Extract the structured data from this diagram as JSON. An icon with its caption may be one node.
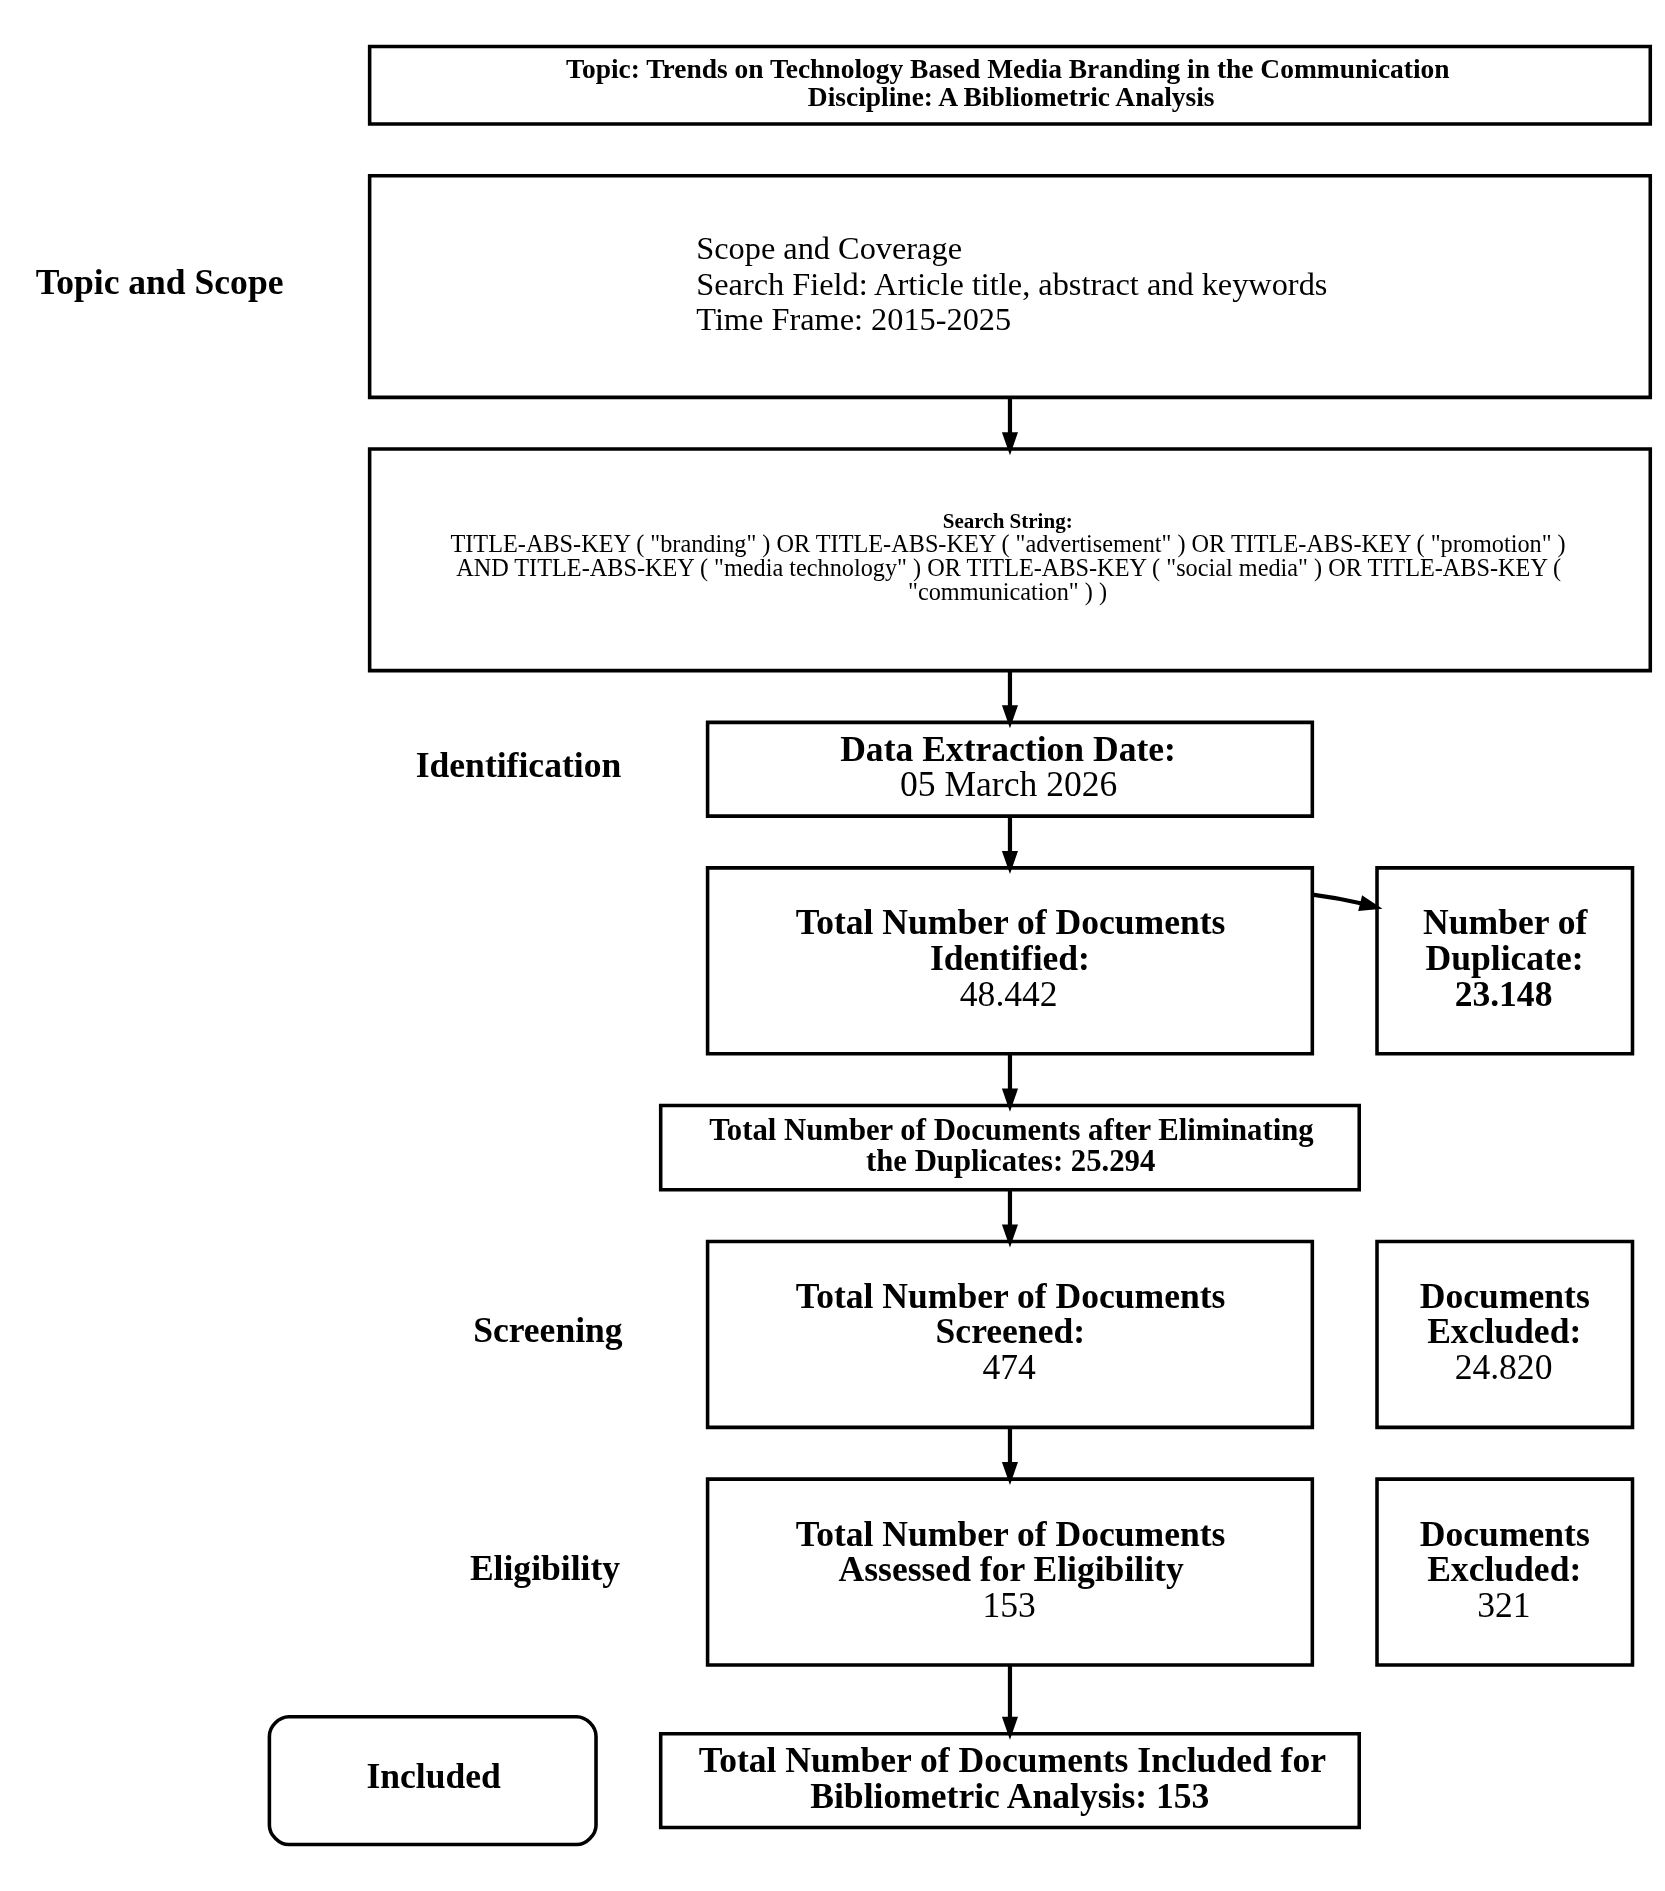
{
  "diagram": {
    "nodes": [
      {
        "text": [
          "Topic: Trends on Technology Based Media Branding in the Communication Discipline: A Bibliometric Analysis"
        ]
      },
      {
        "text": [
          "Scope and Coverage",
          "Search Field: Article title, abstract and keywords",
          "Time Frame: 2015-2025"
        ]
      },
      {
        "text": [
          "Search String:",
          "TITLE-ABS-KEY ( \"branding\" ) OR TITLE-ABS-KEY ( \"advertisement\" ) OR TITLE-ABS-KEY ( \"promotion\" ) AND TITLE-ABS-KEY ( \"media technology\" ) OR TITLE-ABS-KEY ( \"social media\" ) OR TITLE-ABS-KEY ( \"communication\" ) )"
        ]
      },
      {
        "text": [
          "Data Extraction Date:",
          "05 March 2026"
        ]
      },
      {
        "text": [
          "Total Number of Documents Identified:",
          "48.442"
        ]
      },
      {
        "text": [
          "Number of Duplicate:",
          "23.148"
        ]
      },
      {
        "text": [
          "Total Number of Documents after Eliminating the Duplicates: 25.294"
        ]
      },
      {
        "text": [
          "Total Number of Documents Screened:",
          "474"
        ]
      },
      {
        "text": [
          "Documents Excluded:",
          "24.820"
        ]
      },
      {
        "text": [
          "Total Number of Documents Assessed for Eligibility",
          "153"
        ]
      },
      {
        "text": [
          "Documents Excluded:",
          "321"
        ]
      },
      {
        "text": [
          "Included"
        ]
      },
      {
        "text": [
          "Total Number of Documents Included for Bibliometric Analysis: 153"
        ]
      }
    ],
    "edges": [
      {
        "from": 1,
        "to": 2,
        "arrow": "to"
      },
      {
        "from": 2,
        "to": 3,
        "arrow": "to"
      },
      {
        "from": 3,
        "to": 4,
        "arrow": "to"
      },
      {
        "from": 4,
        "to": 5,
        "arrow": "to"
      },
      {
        "from": 4,
        "to": 6,
        "arrow": "to"
      },
      {
        "from": 6,
        "to": 7,
        "arrow": "to"
      },
      {
        "from": 7,
        "to": 9,
        "arrow": "to"
      },
      {
        "from": 9,
        "to": 12,
        "arrow": "to"
      }
    ],
    "labels": [
      "Topic and Scope",
      "Identification",
      "Screening",
      "Eligibility"
    ]
  }
}
